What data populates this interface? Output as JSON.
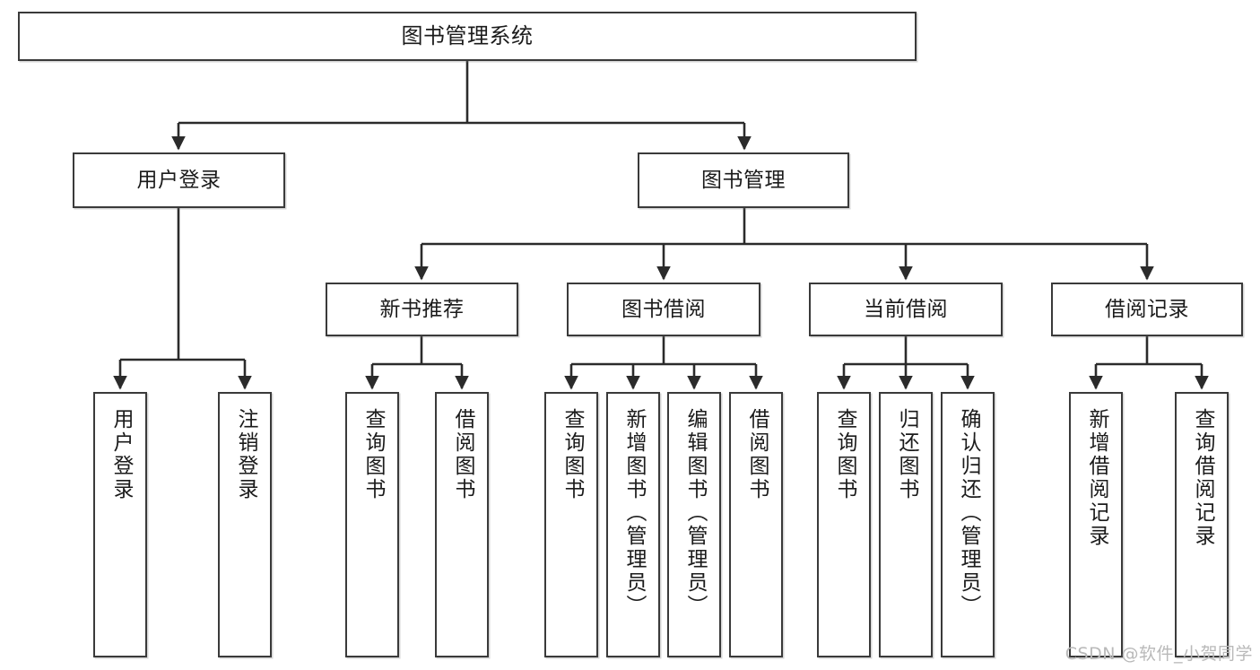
{
  "diagram": {
    "type": "tree",
    "title": "图书管理系统",
    "orientation": "top-down",
    "colors": {
      "box_border": "#3a3a3a",
      "box_fill": "#ffffff",
      "edge": "#2b2b2b",
      "text": "#1b1b1b",
      "watermark": "#b9b9b9",
      "background": "#ffffff"
    },
    "nodes": {
      "root": {
        "label": "图书管理系统",
        "level": 1
      },
      "user_login": {
        "label": "用户登录",
        "level": 2
      },
      "book_manage": {
        "label": "图书管理",
        "level": 2
      },
      "new_book_recommend": {
        "label": "新书推荐",
        "level": 3
      },
      "book_borrow": {
        "label": "图书借阅",
        "level": 3
      },
      "current_borrow": {
        "label": "当前借阅",
        "level": 3
      },
      "borrow_record": {
        "label": "借阅记录",
        "level": 3
      },
      "leaf_user_login": {
        "label": "用户登录",
        "level": 4
      },
      "leaf_user_logout": {
        "label": "注销登录",
        "level": 4
      },
      "leaf_query_book_1": {
        "label": "查询图书",
        "level": 4
      },
      "leaf_borrow_book_1": {
        "label": "借阅图书",
        "level": 4
      },
      "leaf_query_book_2": {
        "label": "查询图书",
        "level": 4
      },
      "leaf_add_book": {
        "label": "新增图书（管理员）",
        "level": 4
      },
      "leaf_edit_book": {
        "label": "编辑图书（管理员）",
        "level": 4
      },
      "leaf_borrow_book_2": {
        "label": "借阅图书",
        "level": 4
      },
      "leaf_query_book_3": {
        "label": "查询图书",
        "level": 4
      },
      "leaf_return_book": {
        "label": "归还图书",
        "level": 4
      },
      "leaf_confirm_return": {
        "label": "确认归还（管理员）",
        "level": 4
      },
      "leaf_add_record": {
        "label": "新增借阅记录",
        "level": 4
      },
      "leaf_query_record": {
        "label": "查询借阅记录",
        "level": 4
      }
    },
    "edges": [
      {
        "from": "root",
        "to": "user_login"
      },
      {
        "from": "root",
        "to": "book_manage"
      },
      {
        "from": "user_login",
        "to": "leaf_user_login"
      },
      {
        "from": "user_login",
        "to": "leaf_user_logout"
      },
      {
        "from": "book_manage",
        "to": "new_book_recommend"
      },
      {
        "from": "book_manage",
        "to": "book_borrow"
      },
      {
        "from": "book_manage",
        "to": "current_borrow"
      },
      {
        "from": "book_manage",
        "to": "borrow_record"
      },
      {
        "from": "new_book_recommend",
        "to": "leaf_query_book_1"
      },
      {
        "from": "new_book_recommend",
        "to": "leaf_borrow_book_1"
      },
      {
        "from": "book_borrow",
        "to": "leaf_query_book_2"
      },
      {
        "from": "book_borrow",
        "to": "leaf_add_book"
      },
      {
        "from": "book_borrow",
        "to": "leaf_edit_book"
      },
      {
        "from": "book_borrow",
        "to": "leaf_borrow_book_2"
      },
      {
        "from": "current_borrow",
        "to": "leaf_query_book_3"
      },
      {
        "from": "current_borrow",
        "to": "leaf_return_book"
      },
      {
        "from": "current_borrow",
        "to": "leaf_confirm_return"
      },
      {
        "from": "borrow_record",
        "to": "leaf_add_record"
      },
      {
        "from": "borrow_record",
        "to": "leaf_query_record"
      }
    ]
  },
  "watermark": {
    "text": "CSDN @软件_小贺同学"
  }
}
